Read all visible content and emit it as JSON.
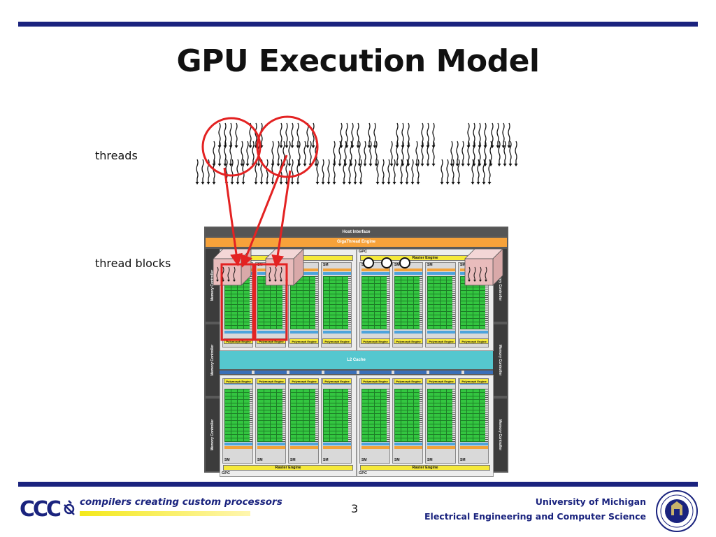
{
  "slide": {
    "title": "GPU Execution Model",
    "page_number": "3"
  },
  "labels": {
    "threads": "threads",
    "thread_blocks": "thread blocks"
  },
  "gpu": {
    "host_interface": "Host Interface",
    "gigathread_engine": "GigaThread Engine",
    "memory_controller": "Memory Controller",
    "gpc": "GPC",
    "raster_engine": "Raster Engine",
    "sm": "SM",
    "polymorph_engine": "Polymorph Engine",
    "l2_cache": "L2 Cache"
  },
  "footer": {
    "tagline": "compilers creating custom processors",
    "university": "University of Michigan",
    "department": "Electrical Engineering and Computer Science"
  },
  "colors": {
    "brand_navy": "#1a237e",
    "highlight_red": "#e32222",
    "core_green": "#33c640",
    "engine_orange": "#f7a23a",
    "cache_cyan": "#55c7cf",
    "engine_yellow": "#f5e93a"
  },
  "icons": {
    "thread": "squiggle-arrow-icon",
    "logo": "ccc-logo",
    "seal": "university-seal"
  }
}
